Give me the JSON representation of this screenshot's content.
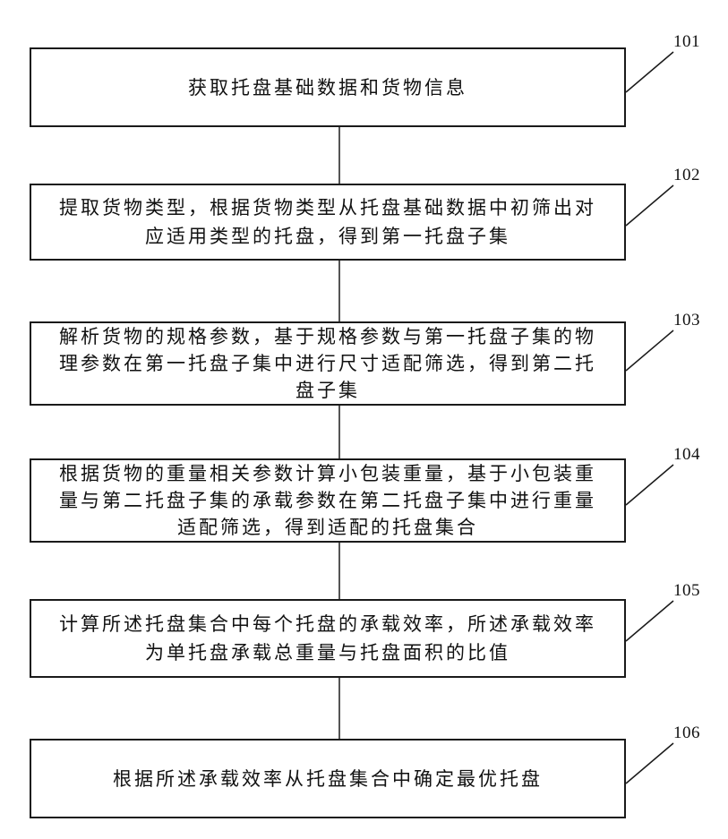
{
  "steps": [
    {
      "ref": "101",
      "text": "获取托盘基础数据和货物信息"
    },
    {
      "ref": "102",
      "text": "提取货物类型，根据货物类型从托盘基础数据中初筛出对\n应适用类型的托盘，得到第一托盘子集"
    },
    {
      "ref": "103",
      "text": "解析货物的规格参数，基于规格参数与第一托盘子集的物\n理参数在第一托盘子集中进行尺寸适配筛选，得到第二托\n盘子集"
    },
    {
      "ref": "104",
      "text": "根据货物的重量相关参数计算小包装重量，基于小包装重\n量与第二托盘子集的承载参数在第二托盘子集中进行重量\n适配筛选，得到适配的托盘集合"
    },
    {
      "ref": "105",
      "text": "计算所述托盘集合中每个托盘的承载效率，所述承载效率\n为单托盘承载总重量与托盘面积的比值"
    },
    {
      "ref": "106",
      "text": "根据所述承载效率从托盘集合中确定最优托盘"
    }
  ]
}
